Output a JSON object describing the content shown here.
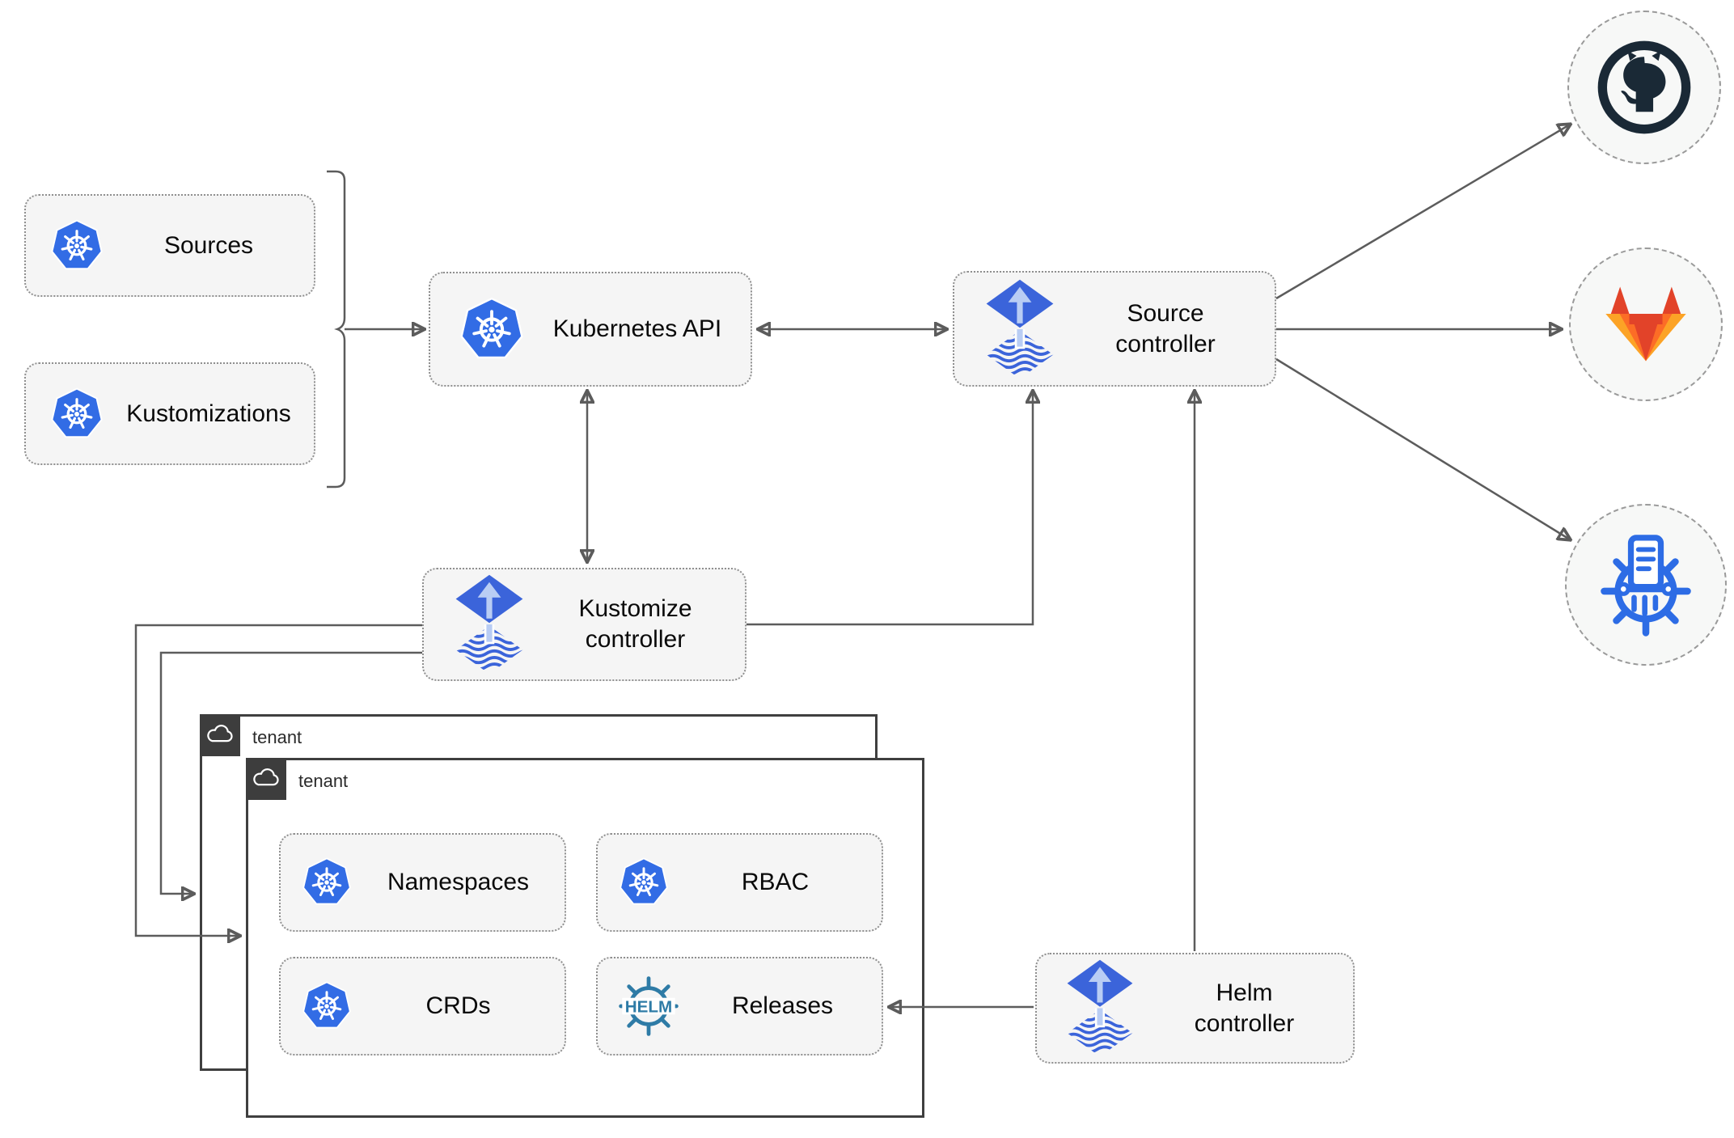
{
  "diagram": {
    "type": "flux-gitops-architecture",
    "nodes": {
      "sources": {
        "label": "Sources",
        "icon": "kubernetes-icon"
      },
      "kustomizations": {
        "label": "Kustomizations",
        "icon": "kubernetes-icon"
      },
      "kubernetes_api": {
        "label": "Kubernetes API",
        "icon": "kubernetes-icon"
      },
      "source_controller": {
        "label": "Source\ncontroller",
        "icon": "flux-icon"
      },
      "kustomize_controller": {
        "label": "Kustomize\ncontroller",
        "icon": "flux-icon"
      },
      "helm_controller": {
        "label": "Helm\ncontroller",
        "icon": "flux-icon"
      },
      "namespaces": {
        "label": "Namespaces",
        "icon": "kubernetes-icon"
      },
      "rbac": {
        "label": "RBAC",
        "icon": "kubernetes-icon"
      },
      "crds": {
        "label": "CRDs",
        "icon": "kubernetes-icon"
      },
      "releases": {
        "label": "Releases",
        "icon": "helm-icon"
      }
    },
    "tenants": [
      {
        "label": "tenant",
        "icon": "cloud-icon"
      },
      {
        "label": "tenant",
        "icon": "cloud-icon"
      }
    ],
    "endpoints": [
      {
        "name": "github",
        "icon": "github-icon"
      },
      {
        "name": "gitlab",
        "icon": "gitlab-icon"
      },
      {
        "name": "registry",
        "icon": "registry-shredder-icon"
      }
    ],
    "colors": {
      "kubernetes_blue": "#326CE5",
      "flux_blue": "#3b64da",
      "flux_arrow_light": "#b9cdf4",
      "helm_teal": "#2e7ba6",
      "github_dark": "#1a2936",
      "gitlab_dark_orange": "#e24329",
      "gitlab_orange": "#fc6d26",
      "gitlab_light_orange": "#fca326",
      "registry_blue": "#2d6ce5",
      "connector_gray": "#5c5c5c",
      "node_fill": "#f5f5f5",
      "node_border": "#8f8f8f",
      "tenant_border": "#3f3f3f",
      "tab_background": "#3d3d3d"
    }
  }
}
